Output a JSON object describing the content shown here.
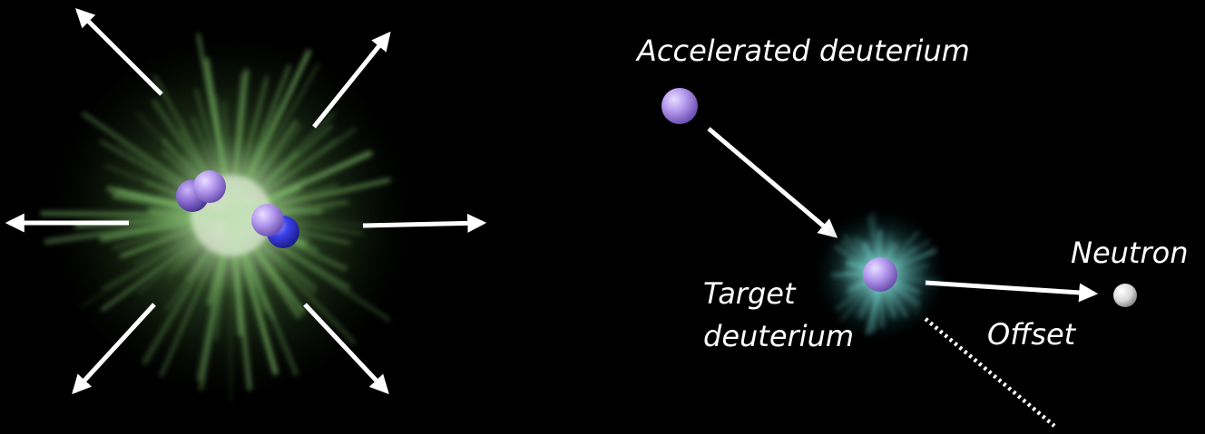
{
  "left_panel": {
    "particles": [
      {
        "role": "deuterium-proton",
        "color": "#b79cf0"
      },
      {
        "role": "deuterium-neutron",
        "color": "#8d6fd6"
      },
      {
        "role": "deuterium-proton",
        "color": "#b79cf0"
      },
      {
        "role": "deuterium-neutron",
        "color": "#3b3fe8"
      }
    ],
    "burst_color": "#7fbf6a",
    "arrow_count": 6
  },
  "right_panel": {
    "labels": {
      "accelerated": "Accelerated deuterium",
      "target_line1": "Target",
      "target_line2": "deuterium",
      "neutron": "Neutron",
      "offset": "Offset"
    },
    "glow_color": "#6fd6d0",
    "deuterium_color": "#b79cf0",
    "neutron_color": "#e8e8e8"
  },
  "icons": {
    "arrow": "white-arrow-icon",
    "dotted_line": "dotted-reference-line"
  }
}
